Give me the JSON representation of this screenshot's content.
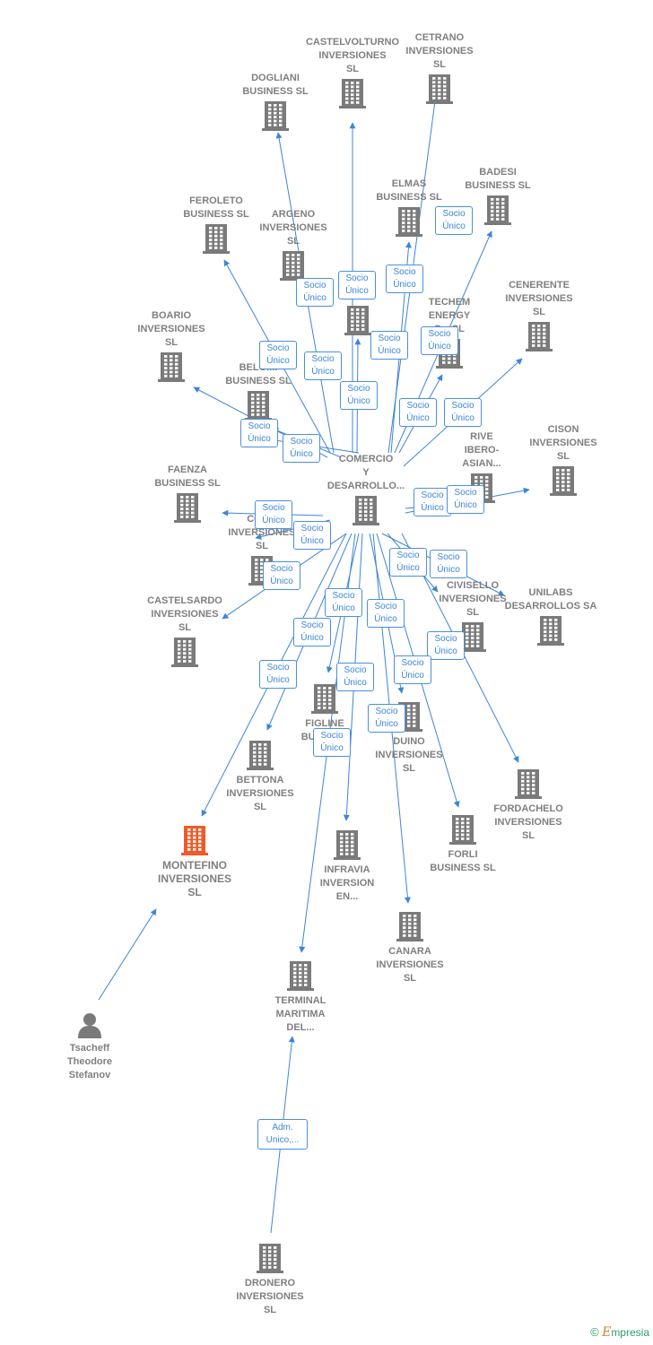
{
  "colors": {
    "edge": "#3d85d8",
    "node": "#7a7a7a",
    "focus": "#f05a28",
    "label": "#7f7f7f"
  },
  "footer": {
    "copyright": "©",
    "brand_initial": "E",
    "brand_rest": "mpresia"
  },
  "nodes": [
    {
      "id": "comercio",
      "label": "COMERCIO\nY\nDESARROLLO...",
      "type": "company"
    },
    {
      "id": "castelvolturno",
      "label": "CASTELVOLTURNO\nINVERSIONES\nSL",
      "type": "company"
    },
    {
      "id": "cetrano",
      "label": "CETRANO\nINVERSIONES\nSL",
      "type": "company"
    },
    {
      "id": "dogliani",
      "label": "DOGLIANI\nBUSINESS  SL",
      "type": "company"
    },
    {
      "id": "elmas",
      "label": "ELMAS\nBUSINESS  SL",
      "type": "company"
    },
    {
      "id": "badesi",
      "label": "BADESI\nBUSINESS  SL",
      "type": "company"
    },
    {
      "id": "feroleto",
      "label": "FEROLETO\nBUSINESS  SL",
      "type": "company"
    },
    {
      "id": "argeno",
      "label": "ARGENO\nINVERSIONES\nSL",
      "type": "company"
    },
    {
      "id": "hidden1",
      "label": "",
      "type": "company"
    },
    {
      "id": "techem",
      "label": "TECHEM\nENERGY\nS...  SL",
      "type": "company"
    },
    {
      "id": "cenerente",
      "label": "CENERENTE\nINVERSIONES\nSL",
      "type": "company"
    },
    {
      "id": "boario",
      "label": "BOARIO\nINVERSIONES\nSL",
      "type": "company"
    },
    {
      "id": "belgi",
      "label": "BELGI...\nBUSINESS  SL",
      "type": "company"
    },
    {
      "id": "rive",
      "label": "RIVE\nIBERO-\nASIAN...",
      "type": "company"
    },
    {
      "id": "cison",
      "label": "CISON\nINVERSIONES\nSL",
      "type": "company"
    },
    {
      "id": "faenza",
      "label": "FAENZA\nBUSINESS  SL",
      "type": "company"
    },
    {
      "id": "cor",
      "label": "COR...\nINVERSIONES\nSL",
      "type": "company"
    },
    {
      "id": "castelsardo",
      "label": "CASTELSARDO\nINVERSIONES\nSL",
      "type": "company"
    },
    {
      "id": "civisello",
      "label": "CIVISELLO\nINVERSIONES\nSL",
      "type": "company"
    },
    {
      "id": "unilabs",
      "label": "UNILABS\nDESARROLLOS SA",
      "type": "company"
    },
    {
      "id": "figline",
      "label": "FIGLINE\nBUSI...  SL",
      "type": "company"
    },
    {
      "id": "duino",
      "label": "DUINO\nINVERSIONES\nSL",
      "type": "company"
    },
    {
      "id": "bettona",
      "label": "BETTONA\nINVERSIONES\nSL",
      "type": "company"
    },
    {
      "id": "fordachelo",
      "label": "FORDACHELO\nINVERSIONES\nSL",
      "type": "company"
    },
    {
      "id": "montefino",
      "label": "MONTEFINO\nINVERSIONES\nSL",
      "type": "focus"
    },
    {
      "id": "infravia",
      "label": "INFRAVIA\nINVERSION\nEN...",
      "type": "company"
    },
    {
      "id": "forli",
      "label": "FORLI\nBUSINESS  SL",
      "type": "company"
    },
    {
      "id": "canara",
      "label": "CANARA\nINVERSIONES\nSL",
      "type": "company"
    },
    {
      "id": "terminal",
      "label": "TERMINAL\nMARITIMA\nDEL...",
      "type": "company"
    },
    {
      "id": "tsacheff",
      "label": "Tsacheff\nTheodore\nStefanov",
      "type": "person"
    },
    {
      "id": "dronero",
      "label": "DRONERO\nINVERSIONES\nSL",
      "type": "company"
    }
  ],
  "badges": [
    "Socio\nÚnico",
    "Socio\nÚnico",
    "Socio\nÚnico",
    "Socio\nÚnico",
    "Socio\nÚnico",
    "Socio\nÚnico",
    "Socio\nÚnico",
    "Socio\nÚnico",
    "Socio\nÚnico",
    "Socio\nÚnico",
    "Socio\nÚnico",
    "Socio\nÚnico",
    "Socio\nÚnico",
    "Socio\nÚnico",
    "Socio\nÚnico",
    "Socio\nÚnico",
    "Socio\nÚnico",
    "Socio\nÚnico",
    "Socio\nÚnico",
    "Socio\nÚnico",
    "Socio\nÚnico",
    "Socio\nÚnico",
    "Socio\nÚnico",
    "Socio\nÚnico",
    "Socio\nÚnico",
    "Socio\nÚnico",
    "Socio\nÚnico",
    "Socio\nÚnico",
    "Socio\nÚnico",
    "Adm.\nUnico,..."
  ]
}
